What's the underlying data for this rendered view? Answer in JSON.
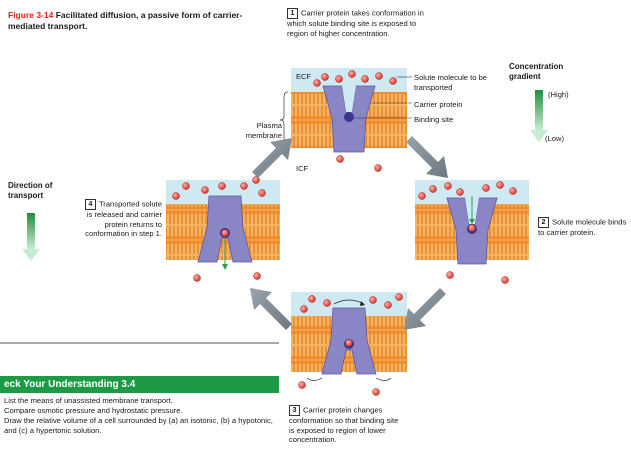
{
  "figure": {
    "number": "Figure 3-14",
    "title": "Facilitated diffusion, a passive form of carrier-mediated transport."
  },
  "steps": [
    {
      "num": "1",
      "text": "Carrier protein takes conformation in which solute binding site is exposed to region of higher concentration."
    },
    {
      "num": "2",
      "text": "Solute molecule binds to carrier protein."
    },
    {
      "num": "3",
      "text": "Carrier protein changes conformation so that binding site is exposed to region of lower concentration."
    },
    {
      "num": "4",
      "text": "Transported solute is released and carrier protein returns to conformation in step 1."
    }
  ],
  "labels": {
    "ecf": "ECF",
    "icf": "ICF",
    "plasma_membrane": "Plasma membrane",
    "solute_molecule": "Solute molecule to be transported",
    "carrier_protein": "Carrier protein",
    "binding_site": "Binding site",
    "concentration_gradient": "Concentration gradient",
    "high": "(High)",
    "low": "(Low)",
    "direction_of_transport": "Direction of transport"
  },
  "check": {
    "heading": "eck Your Understanding 3.4",
    "items": [
      "List the means of unassisted membrane transport.",
      "Compare osmotic pressure and hydrostatic pressure.",
      "Draw the relative volume of a cell surrounded by (a) an isotonic, (b) a hypotonic, and (c) a hypertonic solution."
    ]
  },
  "colors": {
    "ecf": "#cfe9f2",
    "membrane": "#f3a24a",
    "head": "#f08a2c",
    "protein": "#8a86c6",
    "solute": "#e2342b",
    "gradient": "#2e9b4a",
    "check_bar": "#1e9a47"
  }
}
